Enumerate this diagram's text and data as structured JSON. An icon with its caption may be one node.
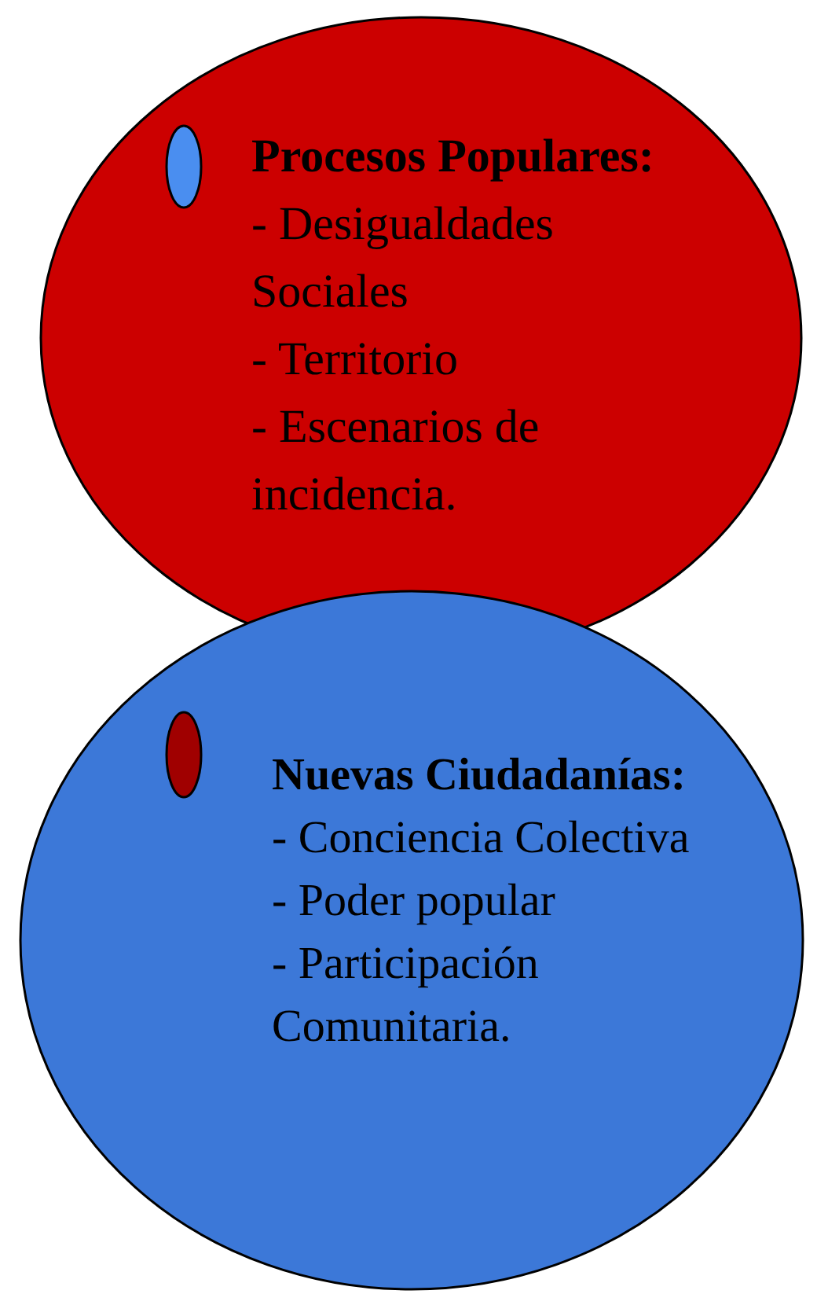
{
  "diagram": {
    "nodes": [
      {
        "text": [
          "Procesos Populares:",
          "- Desigualdades Sociales",
          "- Territorio",
          "- Escenarios de incidencia."
        ]
      },
      {
        "text": [],
        "shape": "ellipse",
        "in": 0
      },
      {
        "text": [
          "Nuevas Ciudadanías:",
          "- Conciencia Colectiva",
          "- Poder popular",
          "- Participación Comunitaria."
        ]
      },
      {
        "text": [],
        "shape": "ellipse",
        "in": 2
      }
    ]
  }
}
